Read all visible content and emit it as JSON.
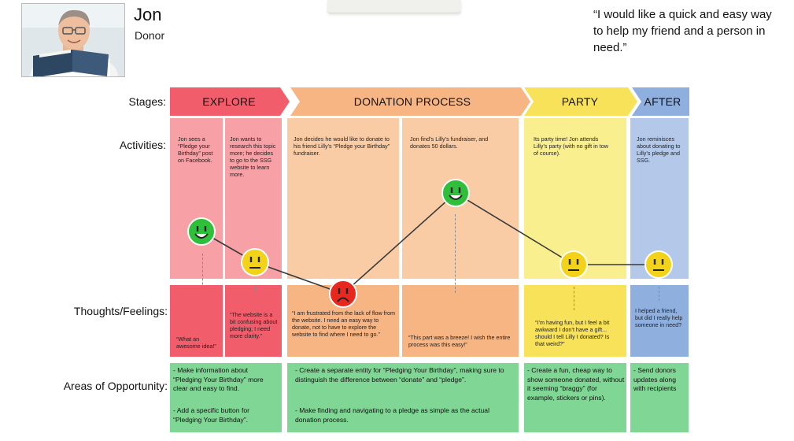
{
  "persona": {
    "name": "Jon",
    "role": "Donor",
    "quote": "“I would like a quick and easy way to help my friend and a person in need.”"
  },
  "row_labels": {
    "stages": "Stages:",
    "activities": "Activities:",
    "thoughts": "Thoughts/Feelings:",
    "opportunity": "Areas of Opportunity:"
  },
  "stages": [
    {
      "label": "EXPLORE",
      "color": "#f25d6b"
    },
    {
      "label": "DONATION PROCESS",
      "color": "#f7b584"
    },
    {
      "label": "PARTY",
      "color": "#f7e25a"
    },
    {
      "label": "AFTER",
      "color": "#8fb0de"
    }
  ],
  "activities": [
    "Jon sees a “Pledge your Birthday” post on Facebook.",
    "Jon wants to research this topic more; he decides to go to the SSG website to learn more.",
    "Jon decides he would like to donate to his friend Lilly’s “Pledge your Birthday” fundraiser.",
    "Jon find’s Lilly’s fundraiser, and donates 50 dollars.",
    "Its party time! Jon attends Lilly’s party (with no gift in tow of course).",
    "Jon reminisces about donating to Lilly’s pledge and SSG."
  ],
  "thoughts": [
    "“What an awesome idea!”",
    "“The website is a bit confusing about pledging; I need more clarity.”",
    "“I am frustrated from the lack of flow from the website. I need an easy way to donate, not to have to explore the website to find where I need to go.”",
    "“This part was a breeze! I wish the entire process was this easy!”",
    "“I’m having fun, but I feel a bit awkward I don’t have a gift... should I tell Lilly I donated? Is that weird?”",
    "I helped a friend, but did I really help someone in need?"
  ],
  "emotions": [
    {
      "mood": "happy",
      "color": "#2fbf3a"
    },
    {
      "mood": "neutral",
      "color": "#f3d21a"
    },
    {
      "mood": "sad",
      "color": "#e8281f"
    },
    {
      "mood": "happy",
      "color": "#2fbf3a"
    },
    {
      "mood": "neutral",
      "color": "#f3d21a"
    },
    {
      "mood": "neutral",
      "color": "#f3d21a"
    }
  ],
  "opportunities": [
    [
      "- Make information about “Pledging Your Birthday” more clear and easy to find.",
      "- Add a specific button for “Pledging Your Birthday”."
    ],
    [
      "- Create a separate entity for “Pledging Your Birthday”, making sure to distinguish the difference between “donate” and “pledge”.",
      "- Make finding and navigating to a pledge as simple as the actual donation process."
    ],
    [
      "- Create a fun, cheap way to show someone donated, without it seeming “braggy” (for example, stickers or pins)."
    ],
    [
      "- Send donors updates along with recipients"
    ]
  ],
  "opportunity_color": "#80d694"
}
